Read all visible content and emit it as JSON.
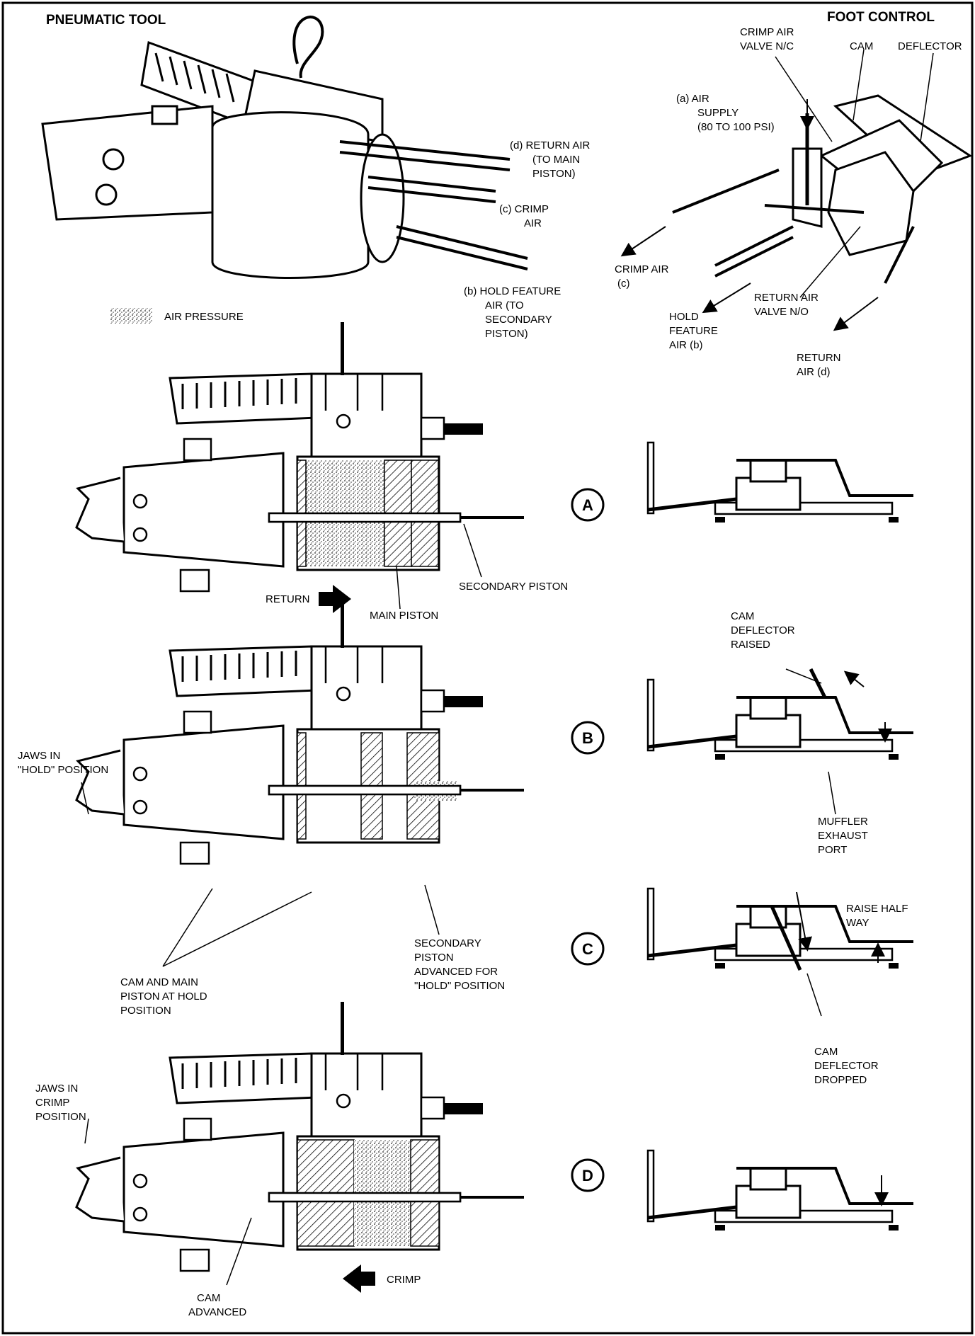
{
  "titles": {
    "pneumatic_tool": "PNEUMATIC TOOL",
    "foot_control": "FOOT CONTROL"
  },
  "legend": {
    "air_pressure": "AIR PRESSURE"
  },
  "tool_connections": {
    "return_air": [
      "(d)  RETURN AIR",
      "(TO MAIN",
      "PISTON)"
    ],
    "crimp_air": [
      "(c)  CRIMP",
      "AIR"
    ],
    "hold_feature_air": [
      "(b)  HOLD FEATURE",
      "AIR (TO",
      "SECONDARY",
      "PISTON)"
    ]
  },
  "foot_control_labels": {
    "crimp_air_valve": [
      "CRIMP AIR",
      "VALVE N/C"
    ],
    "cam": "CAM",
    "deflector": "DEFLECTOR",
    "air_supply": [
      "(a)  AIR",
      "SUPPLY",
      "(80 TO 100 PSI)"
    ],
    "crimp_air_c": [
      "CRIMP AIR",
      "(c)"
    ],
    "hold_feature_air_b": [
      "HOLD",
      "FEATURE",
      "AIR (b)"
    ],
    "return_air_valve": [
      "RETURN AIR",
      "VALVE N/O"
    ],
    "return_air_d": [
      "RETURN",
      "AIR (d)"
    ]
  },
  "stages": {
    "A": {
      "letter": "A",
      "labels": {
        "secondary_piston": "SECONDARY PISTON",
        "main_piston": "MAIN PISTON",
        "return": "RETURN"
      }
    },
    "B": {
      "letter": "B",
      "labels": {
        "jaws_hold": [
          "JAWS IN",
          "\"HOLD\" POSITION"
        ],
        "cam_deflector_raised": [
          "CAM",
          "DEFLECTOR",
          "RAISED"
        ],
        "muffler": [
          "MUFFLER",
          "EXHAUST",
          "PORT"
        ]
      }
    },
    "C": {
      "letter": "C",
      "labels": {
        "secondary_advanced": [
          "SECONDARY",
          "PISTON",
          "ADVANCED FOR",
          "\"HOLD\" POSITION"
        ],
        "cam_main_hold": [
          "CAM AND MAIN",
          "PISTON AT HOLD",
          "POSITION"
        ],
        "raise_half_way": [
          "RAISE HALF",
          "WAY"
        ],
        "cam_deflector_dropped": [
          "CAM",
          "DEFLECTOR",
          "DROPPED"
        ]
      }
    },
    "D": {
      "letter": "D",
      "labels": {
        "jaws_crimp": [
          "JAWS IN",
          "CRIMP",
          "POSITION"
        ],
        "cam_advanced": [
          "CAM",
          "ADVANCED"
        ],
        "crimp": "CRIMP"
      }
    }
  }
}
